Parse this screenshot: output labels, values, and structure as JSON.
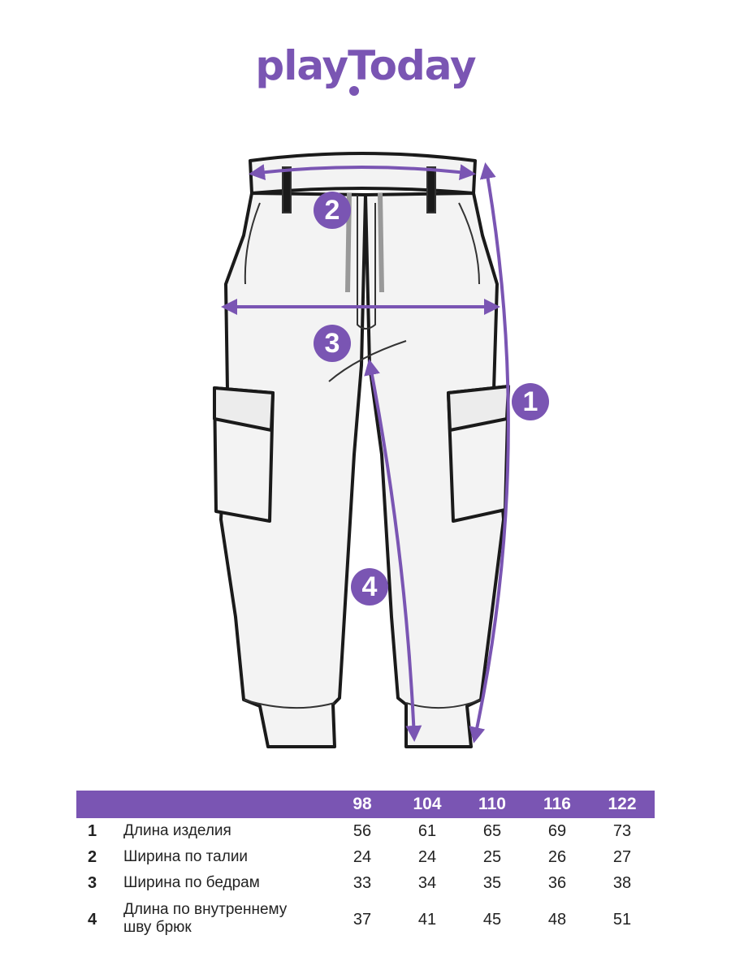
{
  "brand": {
    "logo_text": "playToday"
  },
  "accent_color": "#7a55b3",
  "markers": [
    "1",
    "2",
    "3",
    "4"
  ],
  "size_table": {
    "sizes": [
      "98",
      "104",
      "110",
      "116",
      "122"
    ],
    "rows": [
      {
        "num": "1",
        "label": "Длина изделия",
        "label2": "",
        "values": [
          "56",
          "61",
          "65",
          "69",
          "73"
        ]
      },
      {
        "num": "2",
        "label": "Ширина по талии",
        "label2": "",
        "values": [
          "24",
          "24",
          "25",
          "26",
          "27"
        ]
      },
      {
        "num": "3",
        "label": "Ширина по бедрам",
        "label2": "",
        "values": [
          "33",
          "34",
          "35",
          "36",
          "38"
        ]
      },
      {
        "num": "4",
        "label": "Длина по внутреннему",
        "label2": "шву брюк",
        "values": [
          "37",
          "41",
          "45",
          "48",
          "51"
        ]
      }
    ]
  }
}
